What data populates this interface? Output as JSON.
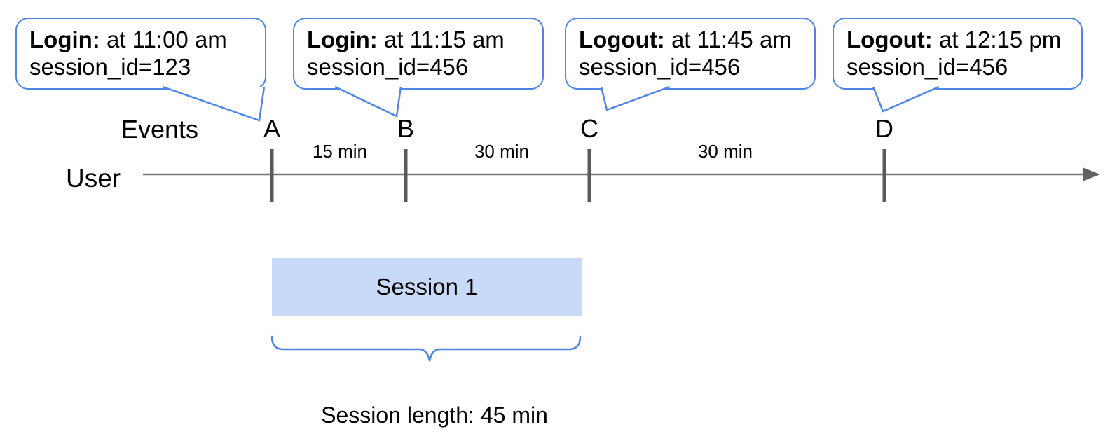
{
  "colors": {
    "callout_border": "#4E86E8",
    "callout_fill": "#FFFFFF",
    "timeline_line": "#757575",
    "tick_mark": "#5A5A5A",
    "session_fill": "#C9DAF8",
    "brace_blue": "#4E86E8",
    "text": "#000000"
  },
  "callouts": [
    {
      "title": "Login:",
      "time": " at 11:00 am",
      "session_line": "session_id=123"
    },
    {
      "title": "Login:",
      "time": " at 11:15 am",
      "session_line": "session_id=456"
    },
    {
      "title": "Logout:",
      "time": " at 11:45 am",
      "session_line": "session_id=456"
    },
    {
      "title": "Logout:",
      "time": " at 12:15 pm",
      "session_line": "session_id=456"
    }
  ],
  "timeline": {
    "events_label": "Events",
    "user_label": "User",
    "ticks": [
      {
        "label": "A"
      },
      {
        "label": "B"
      },
      {
        "label": "C"
      },
      {
        "label": "D"
      }
    ],
    "intervals": [
      {
        "label": "15 min"
      },
      {
        "label": "30 min"
      },
      {
        "label": "30 min"
      }
    ]
  },
  "session": {
    "box_label": "Session 1",
    "length_label": "Session length: 45 min"
  }
}
